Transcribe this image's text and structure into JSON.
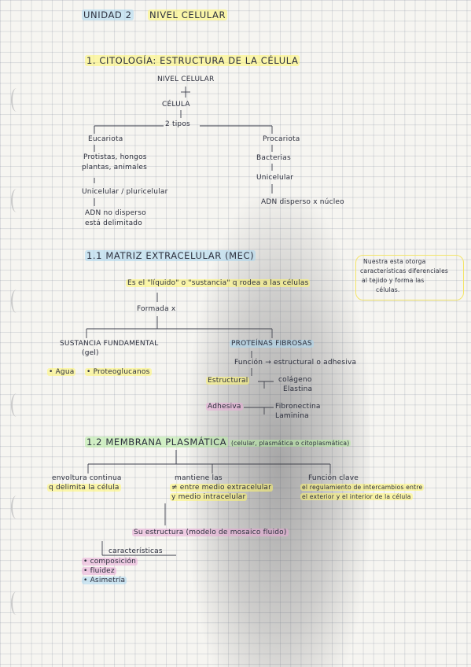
{
  "header": {
    "unit": "UNIDAD 2",
    "title": "NIVEL CELULAR"
  },
  "s1": {
    "title": "1. CITOLOGÍA: ESTRUCTURA DE LA CÉLULA",
    "nivel": "NIVEL CELULAR",
    "celula": "CÉLULA",
    "tipos": "2 tipos",
    "eucariota": "Eucariota",
    "euc_ex1": "Protistas, hongos",
    "euc_ex2": "plantas, animales",
    "euc_cel": "Unicelular / pluricelular",
    "euc_adn1": "ADN no disperso",
    "euc_adn2": "está delimitado",
    "procariota": "Procariota",
    "pro_ex": "Bacterias",
    "pro_cel": "Unicelular",
    "pro_adn": "ADN disperso x núcleo"
  },
  "s2": {
    "title": "1.1 MATRIZ EXTRACELULAR (MEC)",
    "def": "Es el \"líquido\" o \"sustancia\" q rodea a las células",
    "formada": "Formada x",
    "note1": "Nuestra esta otorga",
    "note2": "características diferenciales",
    "note3": "al tejido y forma las",
    "note4": "células.",
    "sf1": "SUSTANCIA FUNDAMENTAL",
    "sf2": "(gel)",
    "agua": "• Agua",
    "proteo": "• Proteoglucanos",
    "pf": "PROTEÍNAS FIBROSAS",
    "funcion": "Función → estructural o adhesiva",
    "estructural": "Estructural",
    "colageno": "colágeno",
    "elastina": "Elastina",
    "adhesiva": "Adhesiva",
    "fibronectina": "Fibronectina",
    "laminina": "Laminina"
  },
  "s3": {
    "title": "1.2 MEMBRANA PLASMÁTICA",
    "subtitle": "(celular, plasmática o citoplasmática)",
    "env1": "envoltura continua",
    "env2": "q delimita la célula",
    "man1": "mantiene las",
    "man2": "≠ entre medio extracelular",
    "man3": "y medio intracelular",
    "fun1": "Función clave",
    "fun2": "el regulamiento de intercambios entre",
    "fun3": "el exterior y el interior de la célula",
    "estructura": "Su estructura (modelo de mosaico fluido)",
    "caract": "características",
    "c1": "• composición",
    "c2": "• fluidez",
    "c3": "• Asimetría"
  }
}
